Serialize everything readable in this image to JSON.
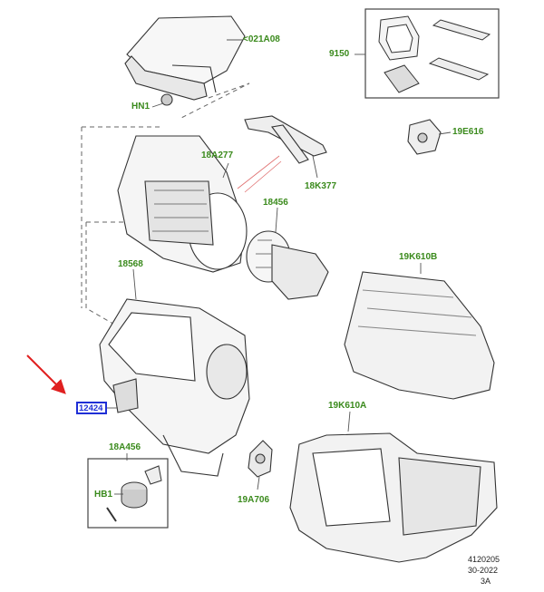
{
  "colors": {
    "label": "#3a8a1c",
    "line": "#555555",
    "arrow": "#e02020",
    "highlight": "#1f2fd6",
    "ink": "#222222"
  },
  "labels": {
    "p021A08": "<021A08",
    "p9150": "9150",
    "hn1": "HN1",
    "p18A277": "18A277",
    "p18K377": "18K377",
    "p19E616": "19E616",
    "p18456": "18456",
    "p18568": "18568",
    "p19K610B": "19K610B",
    "p12424": "12424",
    "p19K610A": "19K610A",
    "p18A456": "18A456",
    "hb1": "HB1",
    "p19A706": "19A706"
  },
  "ref": {
    "line1": "4120205",
    "line2": "30-2022",
    "line3": "3A"
  }
}
